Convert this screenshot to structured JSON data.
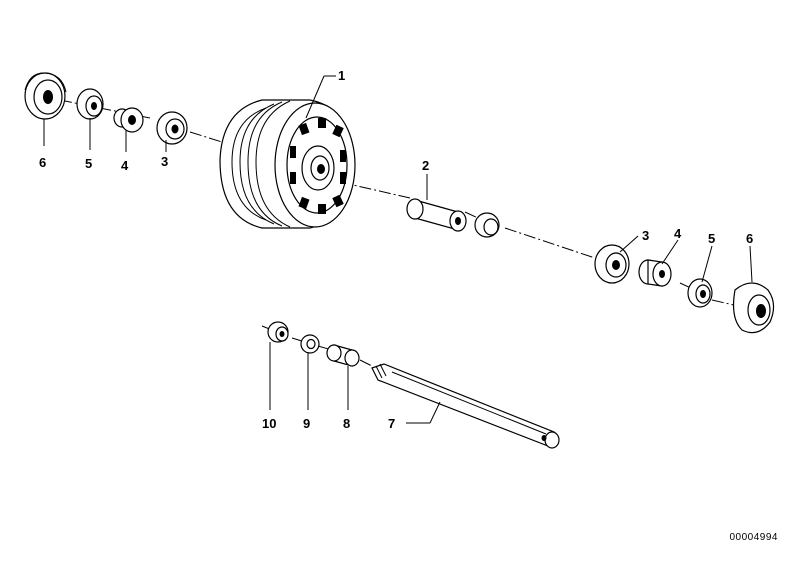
{
  "callouts": {
    "p1": "1",
    "p2": "2",
    "p3_left": "3",
    "p4_left": "4",
    "p5_left": "5",
    "p6_left": "6",
    "p3_right": "3",
    "p4_right": "4",
    "p5_right": "5",
    "p6_right": "6",
    "p7": "7",
    "p8": "8",
    "p9": "9",
    "p10": "10"
  },
  "reference_number": "00004994"
}
